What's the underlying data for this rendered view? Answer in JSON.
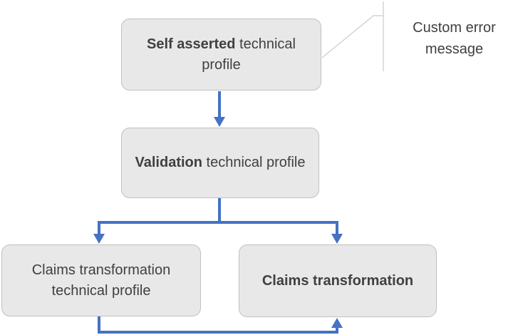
{
  "diagram": {
    "nodes": [
      {
        "id": "self-asserted-technical-profile",
        "bold": "Self asserted",
        "rest": " technical profile"
      },
      {
        "id": "validation-technical-profile",
        "bold": "Validation",
        "rest": " technical profile"
      },
      {
        "id": "claims-transformation-technical-profile",
        "bold": "",
        "rest": "Claims transformation technical profile"
      },
      {
        "id": "claims-transformation",
        "bold": "Claims transformation",
        "rest": ""
      }
    ],
    "callout": {
      "text": "Custom error message"
    },
    "colors": {
      "connector_blue": "#4472c4",
      "node_fill": "#e9e8e8",
      "node_border": "#c1c0c0",
      "text": "#404040",
      "callout_line": "#d6d3d3"
    }
  }
}
